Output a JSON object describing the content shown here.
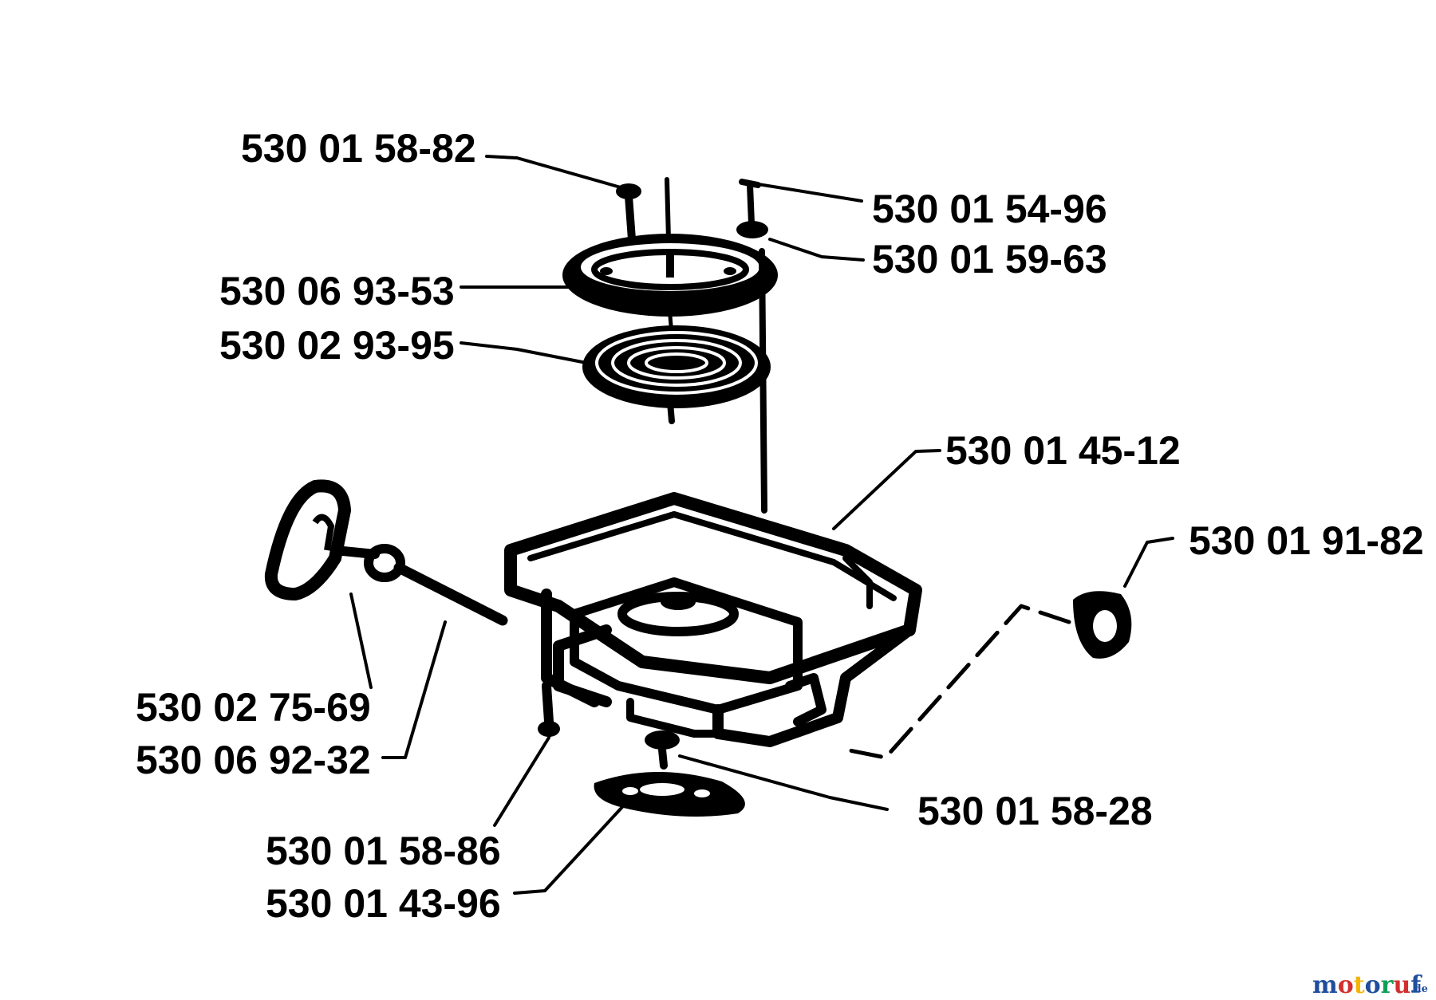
{
  "diagram": {
    "labels": {
      "pulley_screw": "530 01 58-82",
      "nut_top": "530 01 54-96",
      "washer_top": "530 01 59-63",
      "pulley": "530 06 93-53",
      "recoil_spring": "530 02 93-95",
      "starter_housing": "530 01 45-12",
      "grommet": "530 01 91-82",
      "starter_handle": "530 02 75-69",
      "starter_rope": "530 06 92-32",
      "washer_bottom": "530 01 58-28",
      "housing_screw": "530 01 58-86",
      "pawl_plate": "530 01 43-96"
    }
  },
  "watermark": {
    "brand": "motoruf",
    "suffix": ".de",
    "colors": [
      "#1f4e9c",
      "#d32f2f",
      "#f4b400",
      "#1f4e9c",
      "#0f9d58",
      "#d32f2f",
      "#1f4e9c"
    ]
  }
}
